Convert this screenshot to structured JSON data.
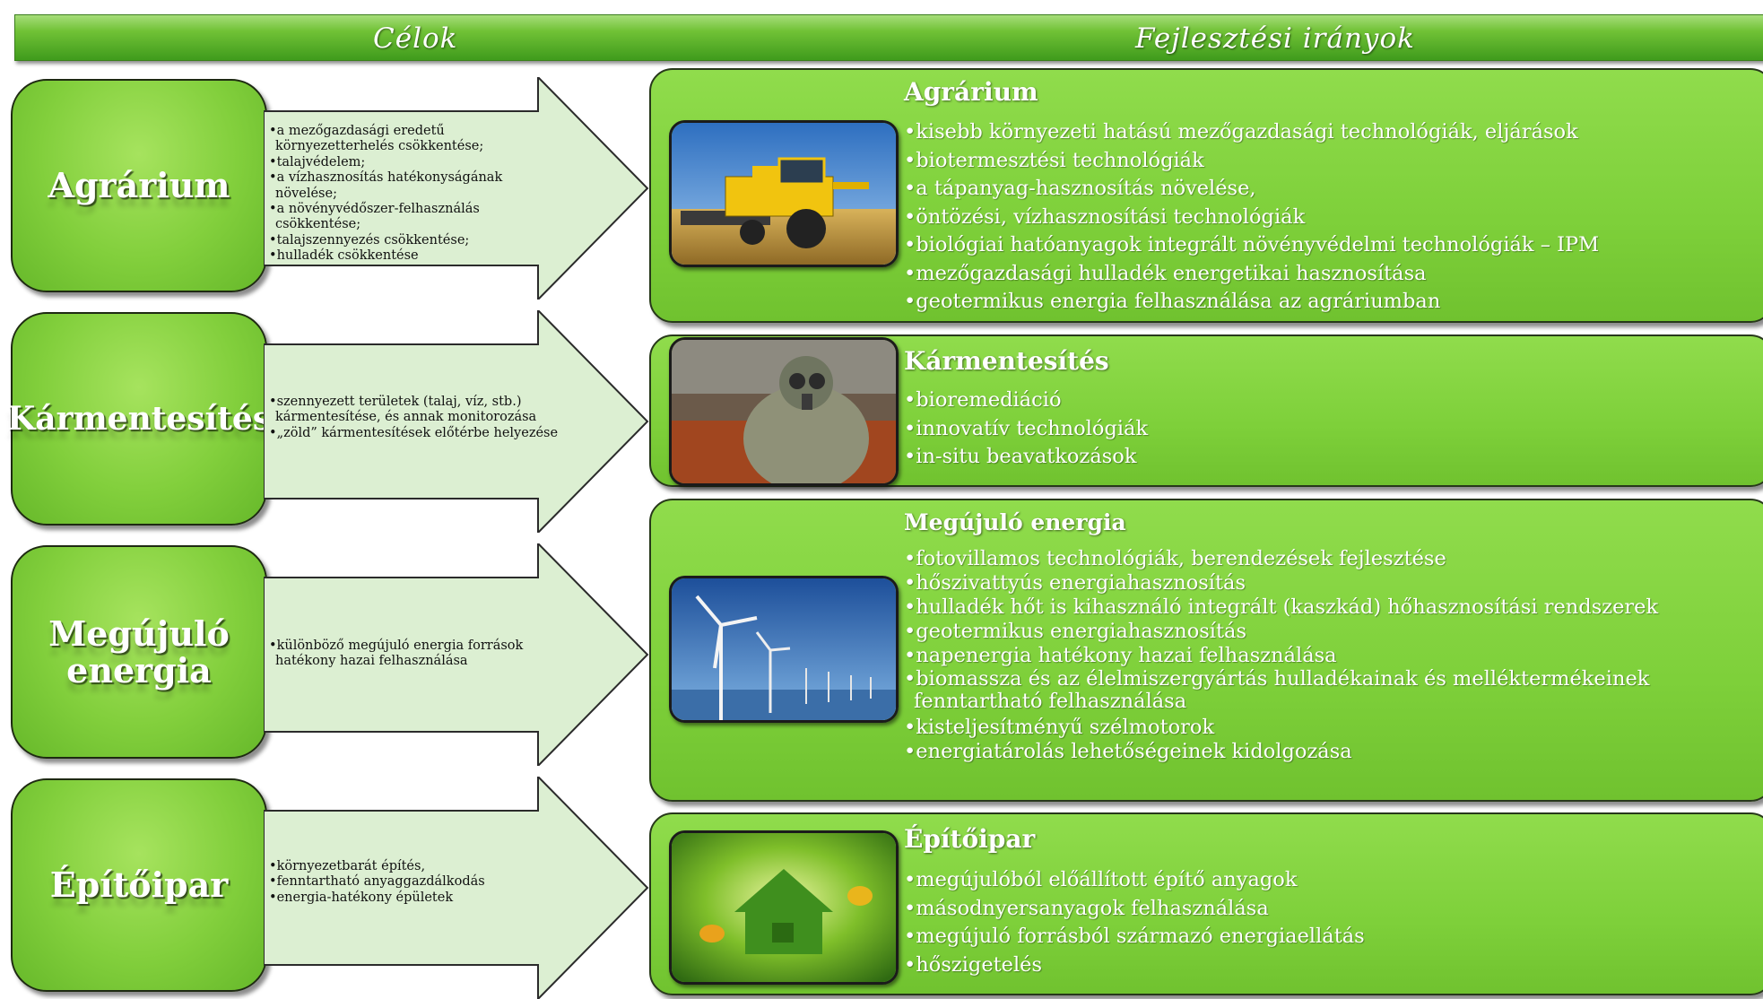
{
  "header": {
    "left_label": "Célok",
    "right_label": "Fejlesztési irányok"
  },
  "rows": [
    {
      "goal_title": "Agrárium",
      "goals": [
        "a mezőgazdasági eredetű környezetterhelés csökkentése;",
        "talajvédelem;",
        "a vízhasznosítás hatékonyságának növelése;",
        "a növényvédőszer-felhasználás csökkentése;",
        "talajszennyezés csökkentése;",
        "hulladék csökkentése"
      ],
      "direction_title": "Agrárium",
      "image_icon": "combine-harvester-photo",
      "directions": [
        "kisebb környezeti hatású mezőgazdasági technológiák, eljárások",
        "biotermesztési technológiák",
        "a tápanyag-hasznosítás növelése,",
        "öntözési, vízhasznosítási technológiák",
        "biológiai hatóanyagok  integrált növényvédelmi technológiák – IPM",
        "mezőgazdasági hulladék energetikai hasznosítása",
        "geotermikus energia felhasználása az agráriumban"
      ]
    },
    {
      "goal_title": "Kármentesítés",
      "goals": [
        "szennyezett területek (talaj, víz, stb.) kármentesítése, és annak monitorozása",
        "„zöld” kármentesítések előtérbe helyezése"
      ],
      "direction_title": "Kármentesítés",
      "image_icon": "hazmat-suit-photo",
      "directions": [
        "bioremediáció",
        "innovatív technológiák",
        "in-situ beavatkozások"
      ]
    },
    {
      "goal_title_line1": "Megújuló",
      "goal_title_line2": "energia",
      "goals": [
        "különböző megújuló energia források hatékony hazai felhasználása"
      ],
      "direction_title": "Megújuló energia",
      "image_icon": "wind-turbines-photo",
      "directions": [
        "fotovillamos technológiák, berendezések fejlesztése",
        "hőszivattyús energiahasznosítás",
        "hulladék hőt is kihasználó integrált (kaszkád) hőhasznosítási rendszerek",
        "geotermikus energiahasznosítás",
        "napenergia hatékony hazai felhasználása",
        "biomassza és az élelmiszergyártás hulladékainak és melléktermékeinek fenntartható felhasználása",
        "kisteljesítményű szélmotorok",
        "energiatárolás lehetőségeinek kidolgozása"
      ]
    },
    {
      "goal_title": "Építőipar",
      "goals": [
        "környezetbarát építés,",
        "fenntartható anyaggazdálkodás",
        "energia-hatékony épületek"
      ],
      "direction_title": "Építőipar",
      "image_icon": "green-grass-house-photo",
      "directions": [
        "megújulóból előállított építő anyagok",
        "másodnyersanyagok felhasználása",
        "megújuló forrásból származó energiaellátás",
        "hőszigetelés"
      ]
    }
  ],
  "colors": {
    "box_green": "#82cf3c",
    "panel_green": "#7ed03a",
    "arrow_fill": "#dcefd2",
    "header_green": "#5fb12a"
  }
}
